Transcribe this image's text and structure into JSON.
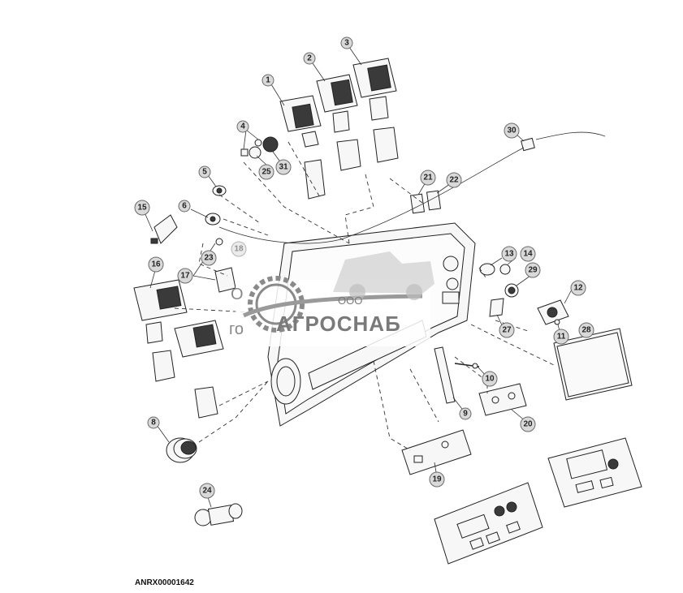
{
  "figure_code": "ANRX00001642",
  "watermark": {
    "company_prefix": "ООО",
    "company_name": "АГРОСНАБ",
    "fragment_left_top": "О",
    "fragment_left_bottom": "го"
  },
  "callouts": [
    {
      "id": "c1",
      "label": "1"
    },
    {
      "id": "c2",
      "label": "2"
    },
    {
      "id": "c3",
      "label": "3"
    },
    {
      "id": "c4",
      "label": "4"
    },
    {
      "id": "c5",
      "label": "5"
    },
    {
      "id": "c6",
      "label": "6"
    },
    {
      "id": "c8",
      "label": "8"
    },
    {
      "id": "c9",
      "label": "9"
    },
    {
      "id": "c10",
      "label": "10"
    },
    {
      "id": "c11",
      "label": "11"
    },
    {
      "id": "c12",
      "label": "12"
    },
    {
      "id": "c13",
      "label": "13"
    },
    {
      "id": "c14",
      "label": "14"
    },
    {
      "id": "c15",
      "label": "15"
    },
    {
      "id": "c16",
      "label": "16"
    },
    {
      "id": "c17",
      "label": "17"
    },
    {
      "id": "c18",
      "label": "18"
    },
    {
      "id": "c19",
      "label": "19"
    },
    {
      "id": "c20",
      "label": "20"
    },
    {
      "id": "c21",
      "label": "21"
    },
    {
      "id": "c22",
      "label": "22"
    },
    {
      "id": "c23",
      "label": "23"
    },
    {
      "id": "c24",
      "label": "24"
    },
    {
      "id": "c25",
      "label": "25"
    },
    {
      "id": "c27",
      "label": "27"
    },
    {
      "id": "c28",
      "label": "28"
    },
    {
      "id": "c29",
      "label": "29"
    },
    {
      "id": "c30",
      "label": "30"
    },
    {
      "id": "c31",
      "label": "31"
    }
  ]
}
